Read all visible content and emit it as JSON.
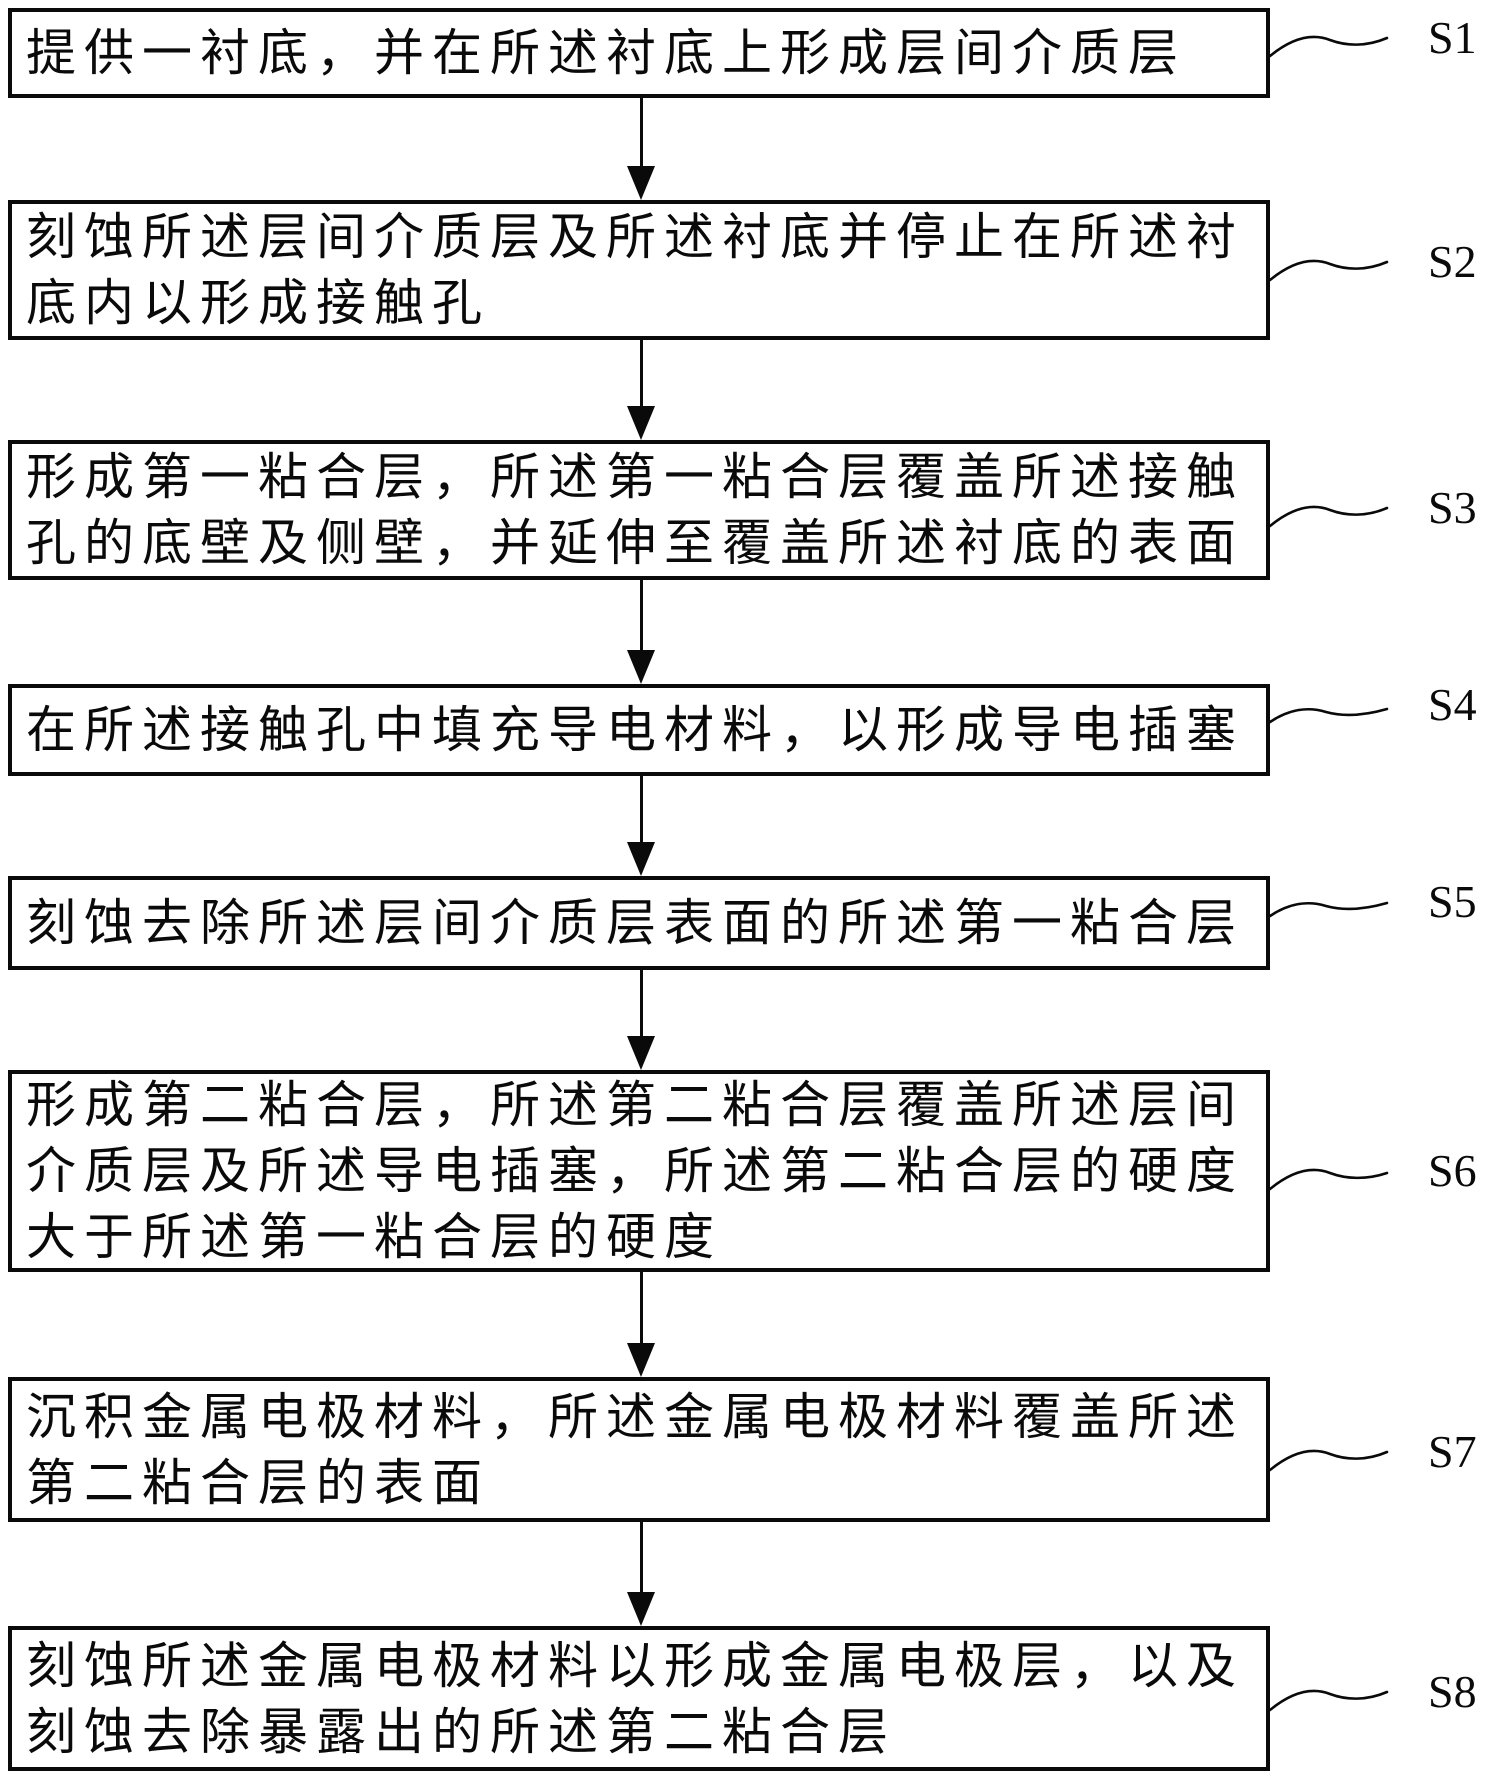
{
  "figure_type": "flowchart",
  "colors": {
    "background": "#ffffff",
    "line": "#0a0a0a",
    "text": "#0a0a0a"
  },
  "steps": [
    {
      "label": "S1",
      "text": "提供一衬底，并在所述衬底上形成层间介质层"
    },
    {
      "label": "S2",
      "text": "刻蚀所述层间介质层及所述衬底并停止在所述衬底内以形成接触孔"
    },
    {
      "label": "S3",
      "text": "形成第一粘合层，所述第一粘合层覆盖所述接触孔的底壁及侧壁，并延伸至覆盖所述衬底的表面"
    },
    {
      "label": "S4",
      "text": "在所述接触孔中填充导电材料，以形成导电插塞"
    },
    {
      "label": "S5",
      "text": "刻蚀去除所述层间介质层表面的所述第一粘合层"
    },
    {
      "label": "S6",
      "text": "形成第二粘合层，所述第二粘合层覆盖所述层间介质层及所述导电插塞，所述第二粘合层的硬度大于所述第一粘合层的硬度"
    },
    {
      "label": "S7",
      "text": "沉积金属电极材料，所述金属电极材料覆盖所述第二粘合层的表面"
    },
    {
      "label": "S8",
      "text": "刻蚀所述金属电极材料以形成金属电极层，以及刻蚀去除暴露出的所述第二粘合层"
    }
  ]
}
